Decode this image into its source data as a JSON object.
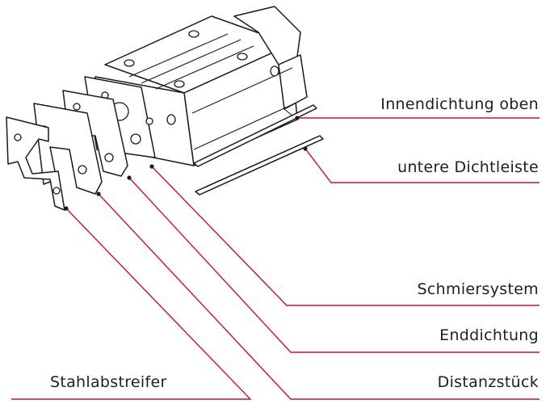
{
  "labels": {
    "innendichtung_oben": "Innendichtung oben",
    "untere_dichtleiste": "untere Dichtleiste",
    "schmiersystem": "Schmiersystem",
    "enddichtung": "Enddichtung",
    "distanzstueck": "Distanzstück",
    "stahlabstreifer": "Stahlabstreifer"
  },
  "colors": {
    "leader_line": "#c8102e",
    "drawing": "#1a1a1a",
    "text": "#1f1f1f"
  }
}
